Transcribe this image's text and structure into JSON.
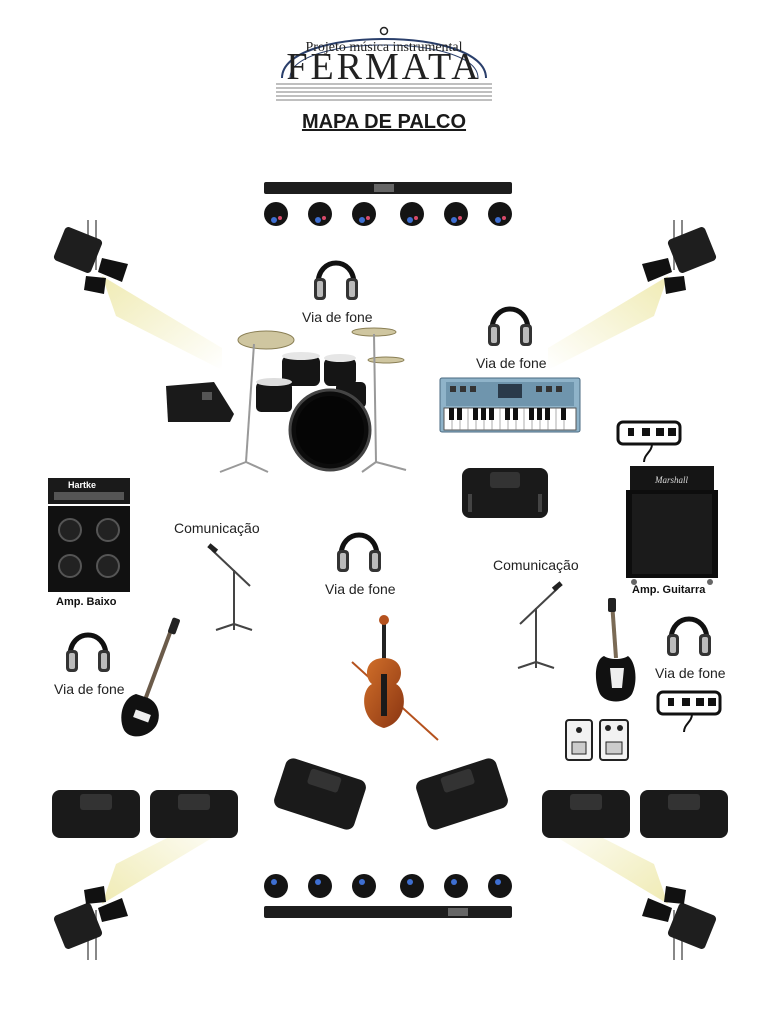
{
  "logo": {
    "subtitle": "Projeto música instrumental",
    "name": "FERMATA"
  },
  "title": "MAPA DE PALCO",
  "labels": {
    "headphone_top": "Via de fone",
    "headphone_keys": "Via de fone",
    "headphone_center": "Via de fone",
    "headphone_left": "Via de fone",
    "headphone_right": "Via de fone",
    "comm_left": "Comunicação",
    "comm_right": "Comunicação"
  },
  "amps": {
    "bass_brand": "Hartke",
    "bass_caption": "Amp. Baixo",
    "guitar_brand": "Marshall",
    "guitar_caption": "Amp. Guitarra"
  },
  "colors": {
    "equipment": "#111111",
    "beam": "#f4f1c4",
    "violin": "#b5521e",
    "keyboard": "#8fb3c9"
  }
}
